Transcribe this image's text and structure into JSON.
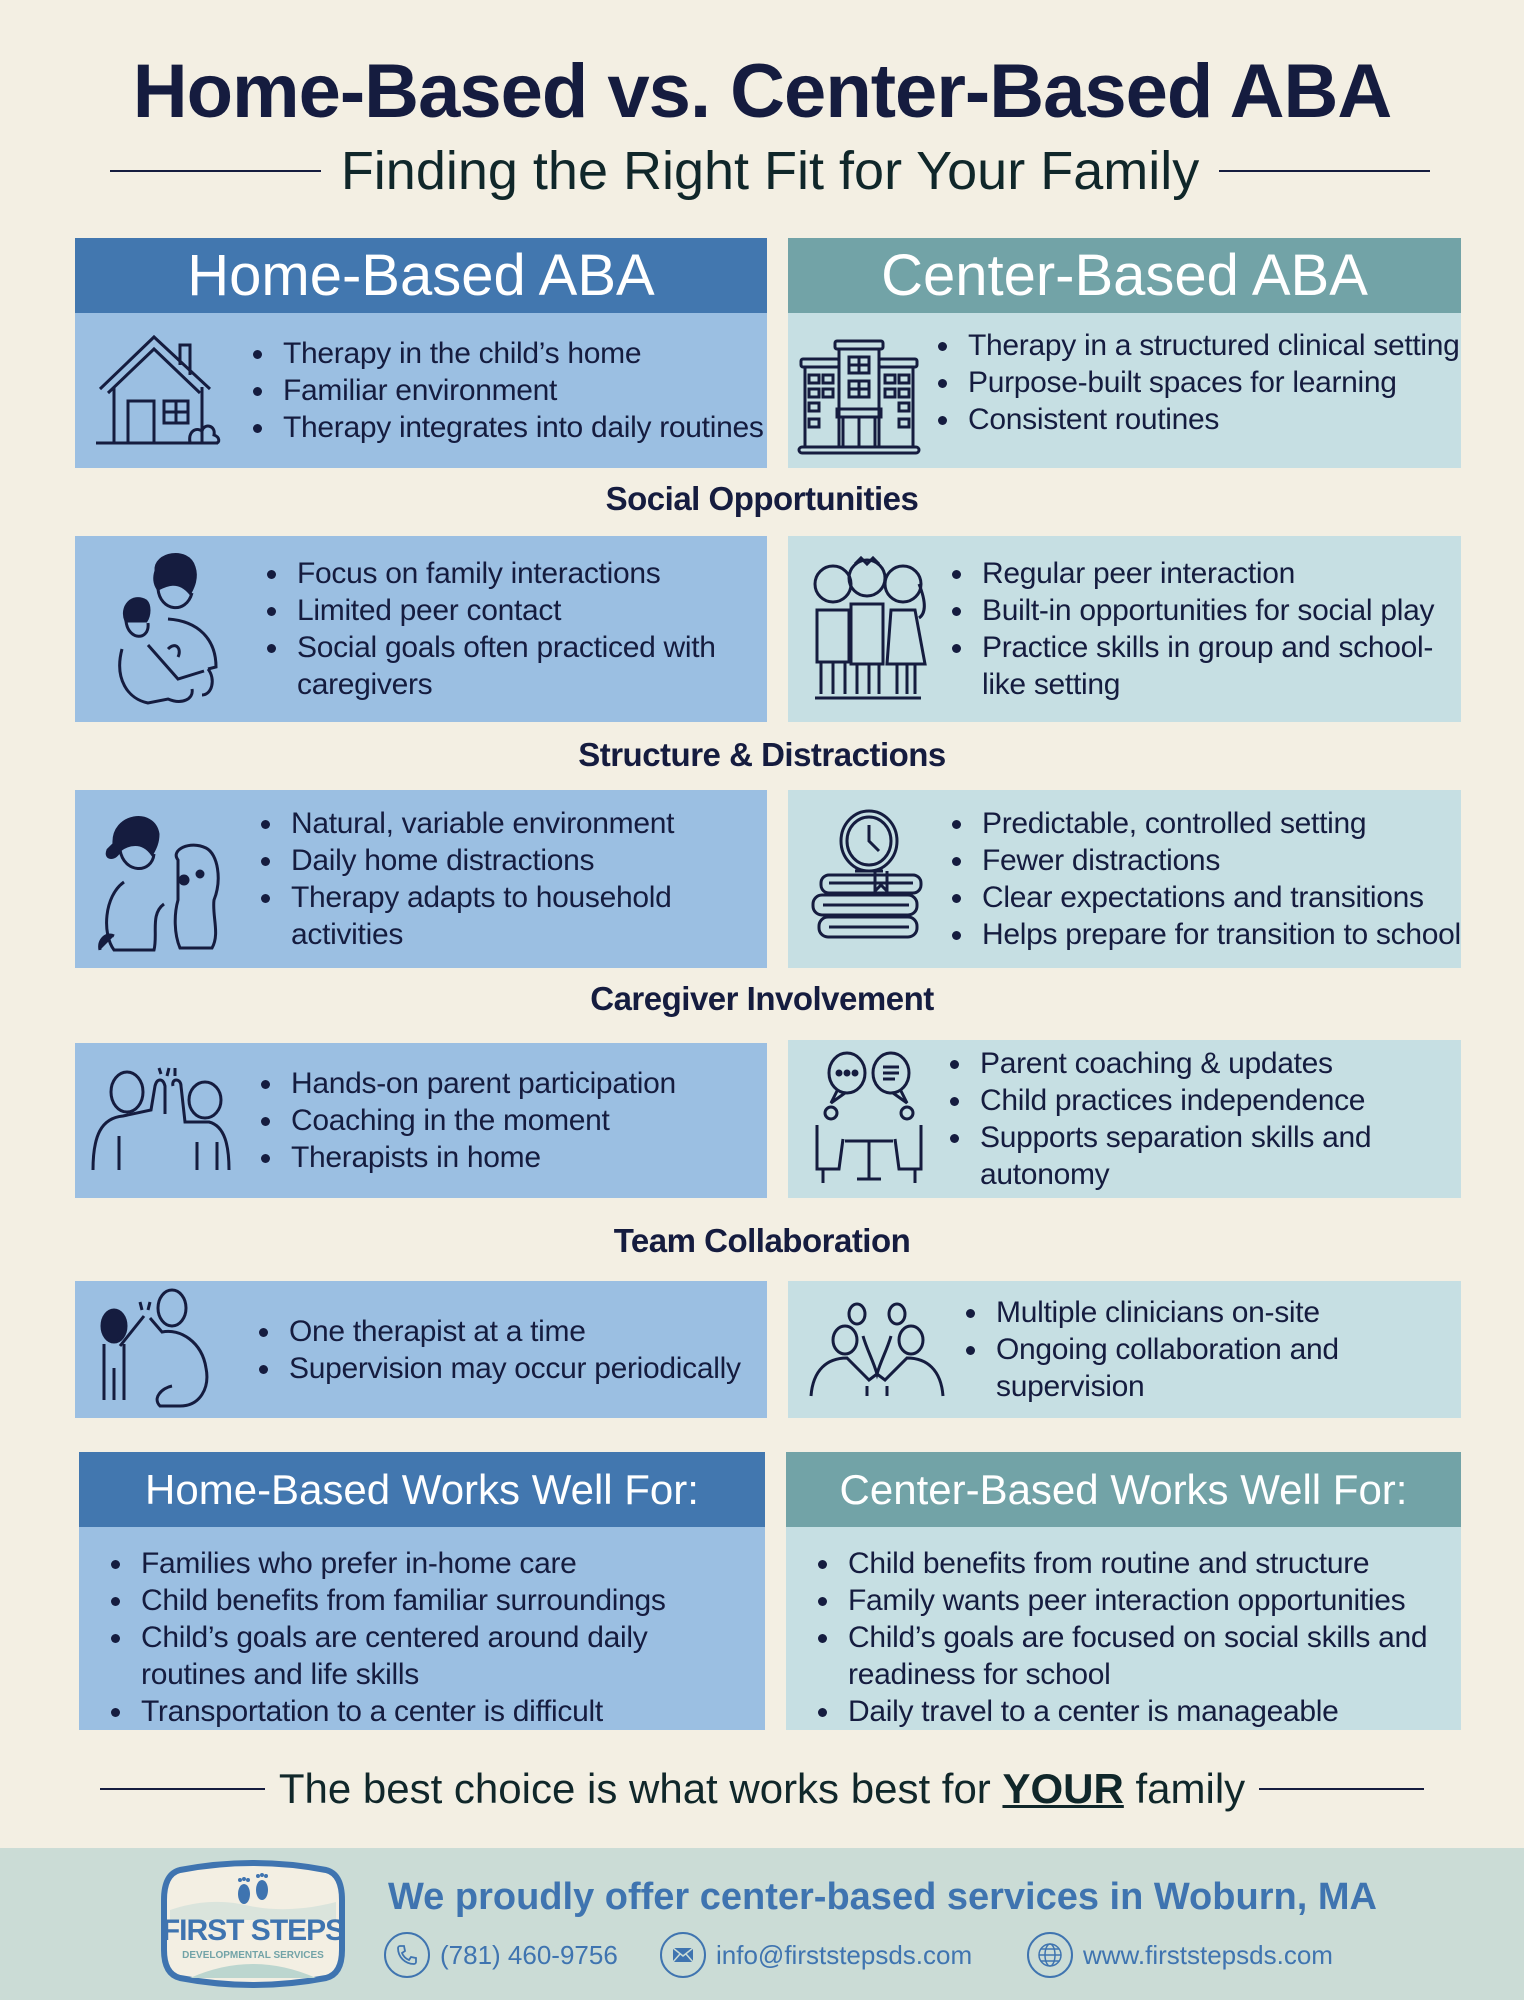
{
  "header": {
    "title": "Home-Based vs. Center-Based ABA",
    "subtitle": "Finding the Right Fit for Your Family"
  },
  "colors": {
    "background": "#f3efe3",
    "navy_text": "#151c3f",
    "home_header": "#4277af",
    "home_body": "#9bbfe2",
    "center_header": "#72a3a7",
    "center_body": "#c6dfe3",
    "footer_bg": "#cbdcd6",
    "footer_accent": "#3f74b0"
  },
  "overview": {
    "home": {
      "heading": "Home-Based ABA",
      "icon": "house-icon",
      "bullets": [
        "Therapy in the child’s home",
        "Familiar environment",
        "Therapy integrates into daily routines"
      ]
    },
    "center": {
      "heading": "Center-Based ABA",
      "icon": "building-icon",
      "bullets": [
        "Therapy in a structured clinical setting",
        "Purpose-built spaces for learning",
        "Consistent routines"
      ]
    }
  },
  "sections": [
    {
      "title": "Social Opportunities",
      "home": {
        "icon": "parent-hugging-child-icon",
        "bullets": [
          "Focus on family interactions",
          "Limited peer contact",
          "Social goals often practiced with caregivers"
        ]
      },
      "center": {
        "icon": "group-of-children-icon",
        "bullets": [
          "Regular peer interaction",
          "Built-in opportunities for social play",
          "Practice skills in group and school-like setting"
        ]
      }
    },
    {
      "title": "Structure & Distractions",
      "home": {
        "icon": "child-hugging-dog-icon",
        "bullets": [
          "Natural, variable environment",
          "Daily home distractions",
          "Therapy adapts to household activities"
        ]
      },
      "center": {
        "icon": "clock-on-books-icon",
        "bullets": [
          "Predictable, controlled setting",
          "Fewer distractions",
          "Clear expectations and transitions",
          "Helps prepare for transition to school"
        ]
      }
    },
    {
      "title": "Caregiver Involvement",
      "home": {
        "icon": "high-five-icon",
        "bullets": [
          "Hands-on parent participation",
          "Coaching in the moment",
          "Therapists in home"
        ]
      },
      "center": {
        "icon": "conversation-at-table-icon",
        "bullets": [
          "Parent coaching & updates",
          "Child practices independence",
          "Supports separation skills and autonomy"
        ]
      }
    },
    {
      "title": "Team Collaboration",
      "home": {
        "icon": "child-therapist-high-five-icon",
        "bullets": [
          "One therapist at a time",
          "Supervision may occur periodically"
        ]
      },
      "center": {
        "icon": "clinicians-collaborating-icon",
        "bullets": [
          "Multiple clinicians on-site",
          "Ongoing collaboration and supervision"
        ]
      }
    }
  ],
  "works_well": {
    "home": {
      "heading": "Home-Based Works Well For:",
      "bullets": [
        "Families who prefer in-home care",
        "Child benefits from familiar surroundings",
        "Child’s goals are centered around daily routines and life skills",
        "Transportation to a center is difficult"
      ]
    },
    "center": {
      "heading": "Center-Based Works Well For:",
      "bullets": [
        "Child benefits from routine and structure",
        "Family wants peer interaction opportunities",
        "Child’s goals are focused on social skills and readiness for school",
        "Daily travel to a center is manageable"
      ]
    }
  },
  "tagline": {
    "before": "The best choice is what works best for ",
    "emphasis": "YOUR",
    "after": " family"
  },
  "footer": {
    "logo": {
      "name": "FIRST STEPS",
      "sub": "DEVELOPMENTAL SERVICES",
      "icon": "footprints-icon"
    },
    "promo": "We proudly offer center-based services in Woburn, MA",
    "phone": {
      "icon": "phone-icon",
      "text": "(781) 460-9756"
    },
    "email": {
      "icon": "envelope-icon",
      "text": "info@firststepsds.com"
    },
    "website": {
      "icon": "globe-icon",
      "text": "www.firststepsds.com"
    }
  }
}
